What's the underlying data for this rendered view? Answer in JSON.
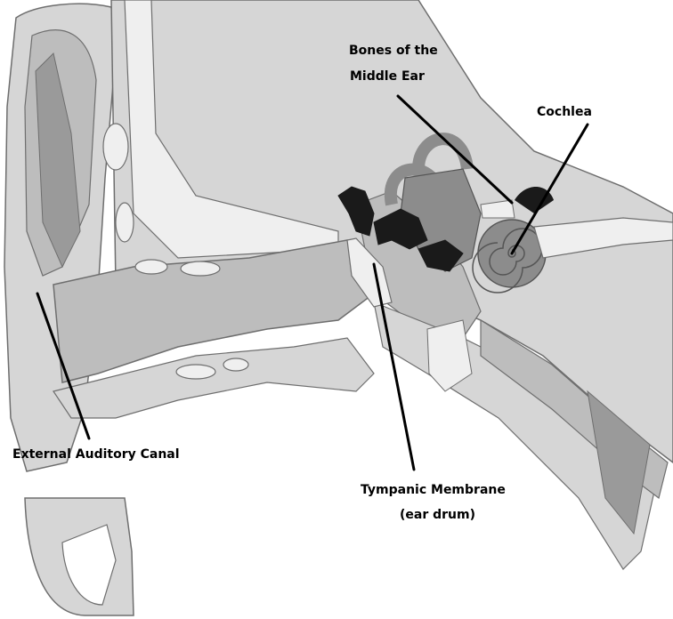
{
  "labels": {
    "bones_line1": "Bones of the",
    "bones_line2": "Middle Ear",
    "cochlea": "Cochlea",
    "external_canal": "External Auditory Canal",
    "tympanic_line1": "Tympanic Membrane",
    "tympanic_line2": "(ear drum)"
  },
  "colors": {
    "background": "#ffffff",
    "light_tissue": "#d6d6d6",
    "mid_tissue": "#bdbdbd",
    "dark_tissue": "#9a9a9a",
    "cochlea": "#8c8c8c",
    "ossicle_dark": "#1a1a1a",
    "canal_light": "#efefef",
    "outline": "#6e6e6e",
    "leader": "#000000"
  }
}
